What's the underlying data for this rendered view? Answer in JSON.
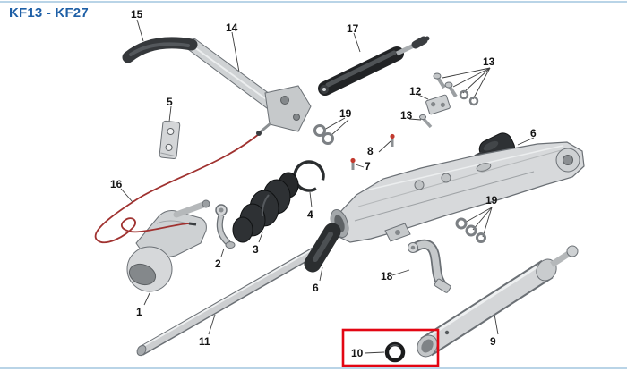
{
  "page": {
    "title": "KF13 - KF27"
  },
  "diagram": {
    "labels": [
      "15",
      "14",
      "17",
      "13",
      "12",
      "5",
      "19",
      "13",
      "6",
      "8",
      "7",
      "16",
      "19",
      "4",
      "3",
      "2",
      "18",
      "6",
      "1",
      "11",
      "10",
      "9"
    ],
    "highlight": {
      "part": "10",
      "color": "#e30613"
    },
    "colors": {
      "title": "#1e5fa6",
      "cable": "#a03230",
      "border_rule": "#b9d4e7"
    }
  }
}
